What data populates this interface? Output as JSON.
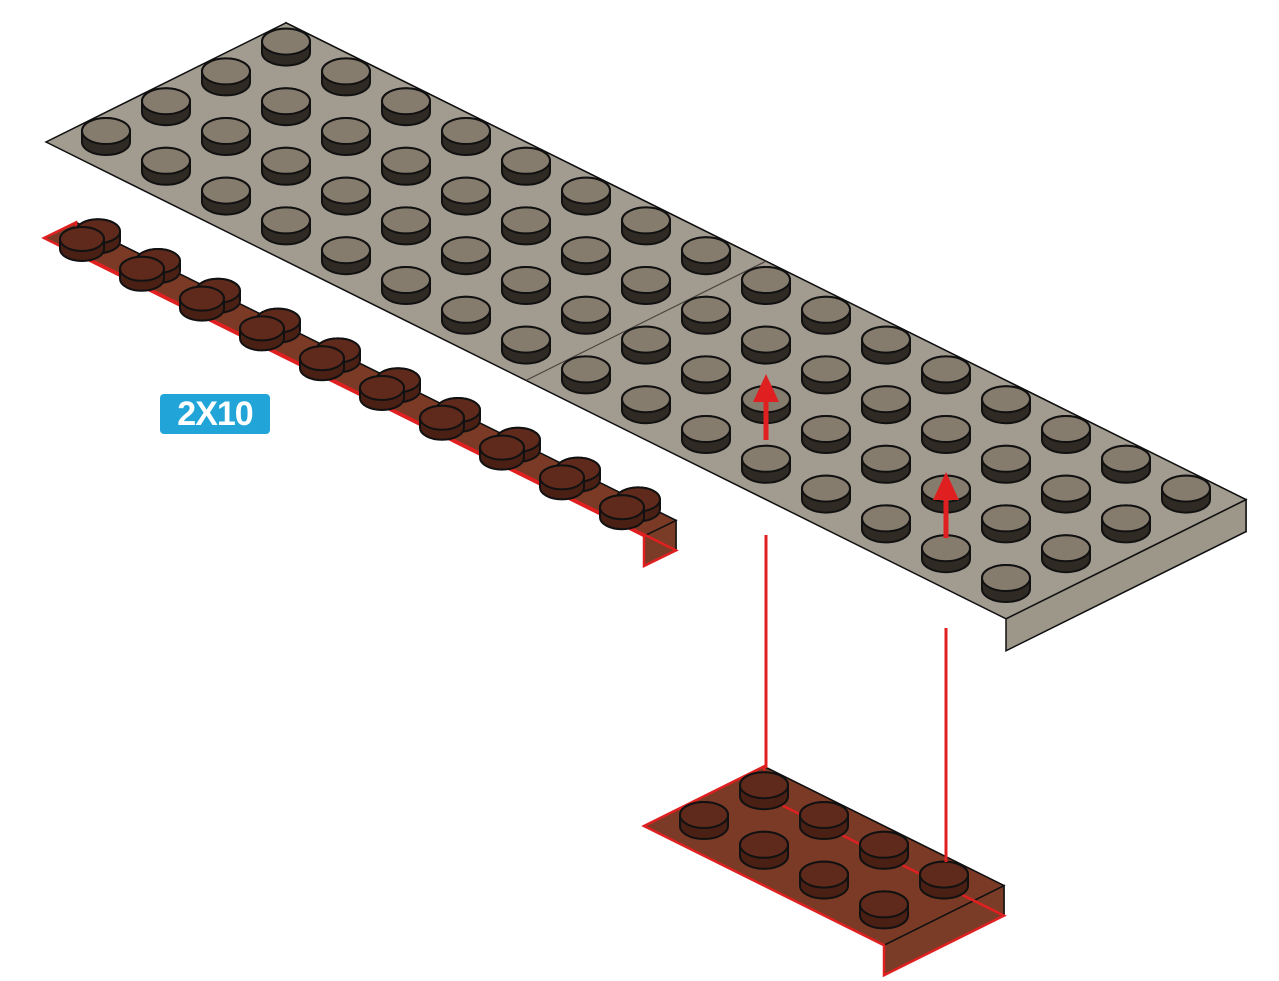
{
  "instruction": {
    "piece_label": "2X10"
  },
  "bricks": {
    "top_plate": {
      "color": "brown-grey",
      "size": "4x16"
    },
    "left_plate": {
      "color": "reddish-brown",
      "size": "2x10",
      "highlighted": true
    },
    "small_plate": {
      "color": "reddish-brown",
      "size": "2x4",
      "highlighted": true
    }
  },
  "colors": {
    "grey_top": "#a19b90",
    "grey_side": "#b3ad9f",
    "grey_stud": "#8f877a",
    "brown_top": "#7a3a26",
    "brown_side": "#8b4a33",
    "brown_stud": "#6b2e1d",
    "outline": "#111111",
    "highlight_line": "#e02020",
    "arrow": "#e02020",
    "label_bg": "#21a5d8"
  },
  "arrows": [
    {
      "from_stud": "small-plate-back-column",
      "to_stud": "top-plate",
      "direction": "up"
    },
    {
      "from_stud": "small-plate-front-column",
      "to_stud": "top-plate",
      "direction": "up"
    }
  ]
}
